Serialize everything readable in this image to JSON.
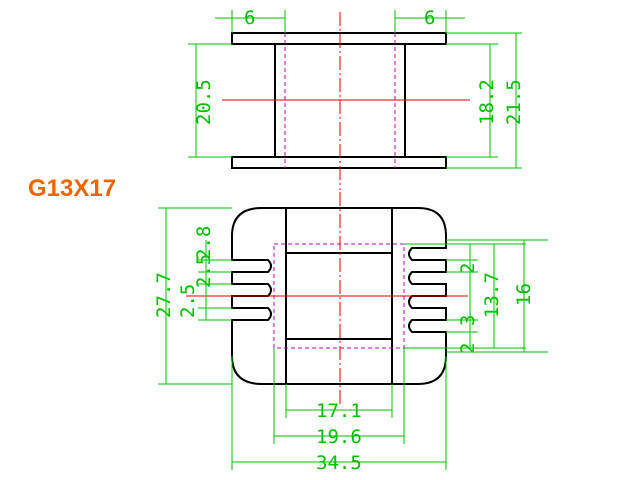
{
  "title": "G13X17",
  "colors": {
    "outline": "#000000",
    "dimension": "#00c000",
    "centerline": "#e00000",
    "hidden": "#c000c0",
    "title": "#f06400"
  },
  "top_view": {
    "flange_width_left": "6",
    "flange_width_right": "6",
    "winding_height": "20.5",
    "inner_height": "18.2",
    "overall_height": "21.5"
  },
  "bottom_view": {
    "overall_height": "27.7",
    "pin_left_top": "2.8",
    "pin_left_mid": "2.5",
    "pin_left_pitch": "2.5",
    "pin_right_top": "2",
    "pin_right_mid": "3",
    "pin_right_bottom": "2",
    "inner_span": "13.7",
    "outer_span": "16",
    "window_width": "17.1",
    "core_width": "19.6",
    "overall_width": "34.5"
  }
}
